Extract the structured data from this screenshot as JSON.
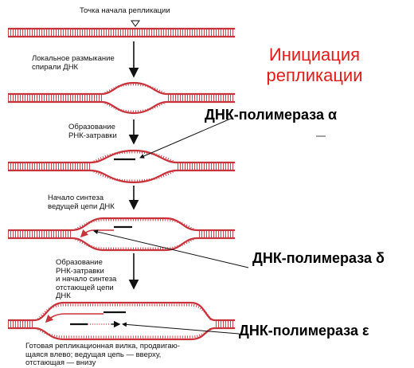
{
  "title": {
    "line1": "Инициация",
    "line2": "репликации"
  },
  "steps": {
    "origin": "Точка начала репликации",
    "step1_line1": "Локальное размыкание",
    "step1_line2": "спирали ДНК",
    "step2_line1": "Образование",
    "step2_line2": "РНК-затравки",
    "step3_line1": "Начало синтеза",
    "step3_line2": "ведущей цепи ДНК",
    "step4_line1": "Образование",
    "step4_line2": "РНК-затравки",
    "step4_line3": "и начало синтеза",
    "step4_line4": "отстающей цепи",
    "step4_line5": "ДНК",
    "final_line1": "Готовая репликационная вилка, продвигаю-",
    "final_line2": "щаяся влево; ведущая цепь — вверху,",
    "final_line3": "отстающая — внизу"
  },
  "polymerases": {
    "alpha": "ДНК-полимераза α",
    "delta": "ДНК-полимераза δ",
    "epsilon": "ДНК-полимераза ε"
  },
  "colors": {
    "strand": "#c8323a",
    "rung": "#c8323a",
    "title": "#e21a1a",
    "primer": "#111111"
  }
}
